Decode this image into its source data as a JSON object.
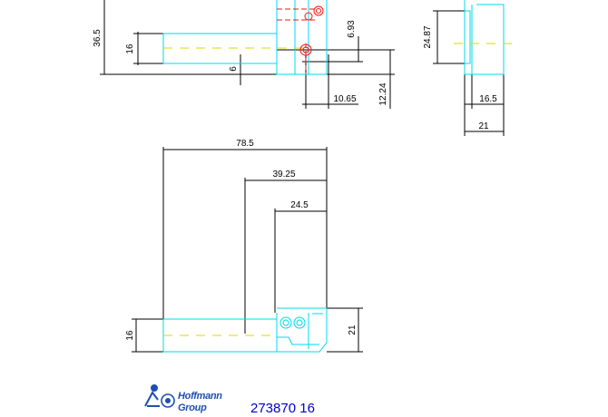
{
  "colors": {
    "outline": "#00d8e8",
    "hidden": "#ff1010",
    "centerline": "#d8d800",
    "dimension": "#000000",
    "brand": "#1e4fb0",
    "part_number": "#0000cc"
  },
  "top_view": {
    "dims": {
      "overall_height": "36.5",
      "body_height": "16",
      "step": "6",
      "hole_offset": "6.93",
      "hole_position": "10.65",
      "hole_height": "12.24"
    }
  },
  "side_view": {
    "dims": {
      "height": "24.87",
      "inner_width": "16.5",
      "width": "21"
    }
  },
  "front_view": {
    "dims": {
      "overall_length": "78.5",
      "half_length": "39.25",
      "end_length": "24.5",
      "body_height": "16",
      "head_height": "21"
    }
  },
  "footer": {
    "logo": {
      "line1": "Hoffmann",
      "line2": "Group",
      "icon": "figure-with-wheel-icon"
    },
    "part_number": "273870 16"
  }
}
